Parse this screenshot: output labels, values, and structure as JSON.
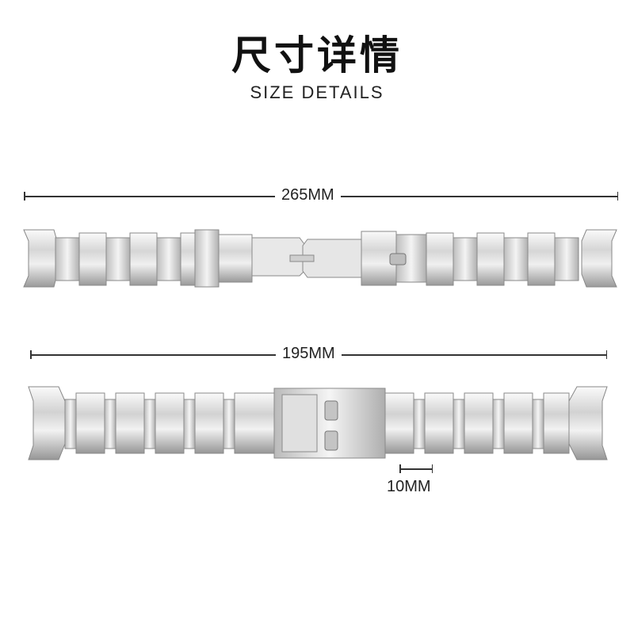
{
  "header": {
    "title_cn": "尺寸详情",
    "title_en": "SIZE DETAILS"
  },
  "dimensions": {
    "full_length": "265MM",
    "strap_length": "195MM",
    "link_width": "10MM"
  },
  "colors": {
    "steel_light": "#f2f2f2",
    "steel_mid": "#c8c8c8",
    "steel_dark": "#8a8a8a",
    "line": "#333333"
  }
}
